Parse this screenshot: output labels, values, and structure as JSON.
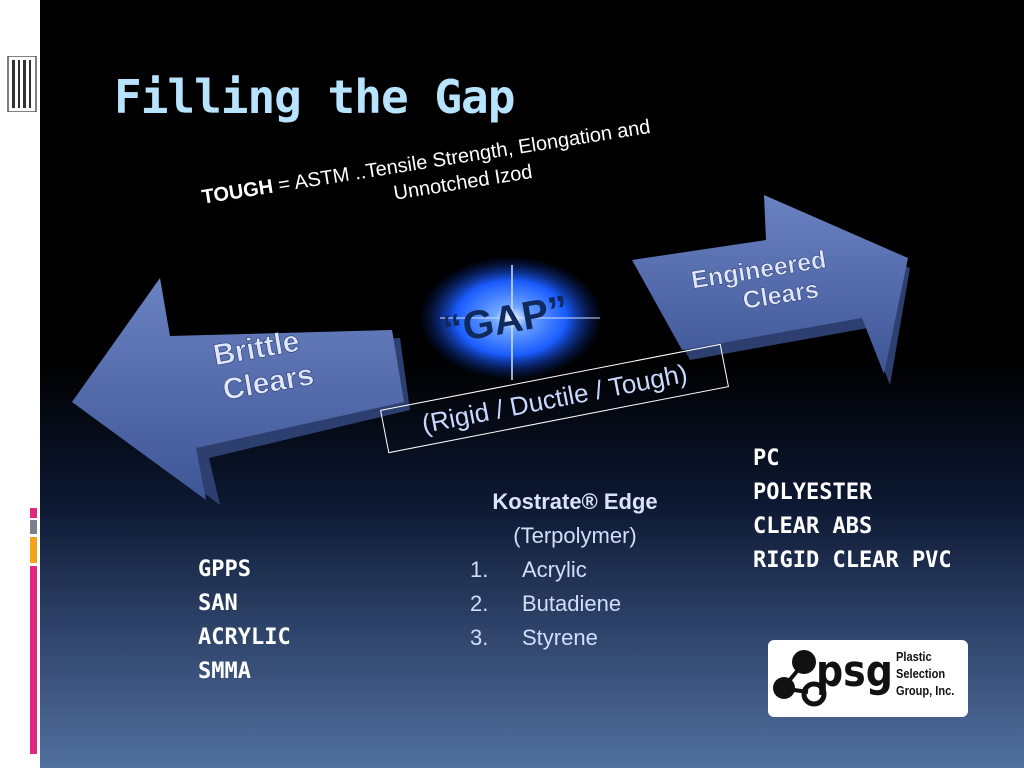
{
  "slide": {
    "title": "Filling the Gap",
    "tough_label": "TOUGH",
    "tough_rest_line1": " = ASTM ..Tensile Strength, Elongation and",
    "tough_line2": "Unnotched Izod",
    "gap_label": "“GAP”",
    "left_arrow": {
      "line1": "Brittle",
      "line2": "Clears"
    },
    "right_arrow": {
      "line1": "Engineered",
      "line2": "Clears"
    },
    "rigid_label": "(Rigid / Ductile / Tough)",
    "brittle_list": [
      "GPPS",
      "SAN",
      "ACRYLIC",
      "SMMA"
    ],
    "engineered_list": [
      "PC",
      "POLYESTER",
      "CLEAR ABS",
      "RIGID CLEAR PVC"
    ],
    "center": {
      "heading": "Kostrate® Edge",
      "subheading": "(Terpolymer)",
      "items": [
        {
          "num": "1.",
          "text": "Acrylic"
        },
        {
          "num": "2.",
          "text": "Butadiene"
        },
        {
          "num": "3.",
          "text": "Styrene"
        }
      ]
    },
    "logo": {
      "mark": "psg",
      "line1": "Plastic",
      "line2": "Selection",
      "line3": "Group, Inc."
    }
  },
  "colors": {
    "title": "#b7e3ff",
    "arrow_fill": "#4d67a8",
    "arrow_dark": "#2c3f6f",
    "gap_glow": "#2a66ff",
    "stripe_pink": "#e0287f",
    "stripe_orange": "#f2a31b",
    "stripe_gray": "#7a8290"
  }
}
